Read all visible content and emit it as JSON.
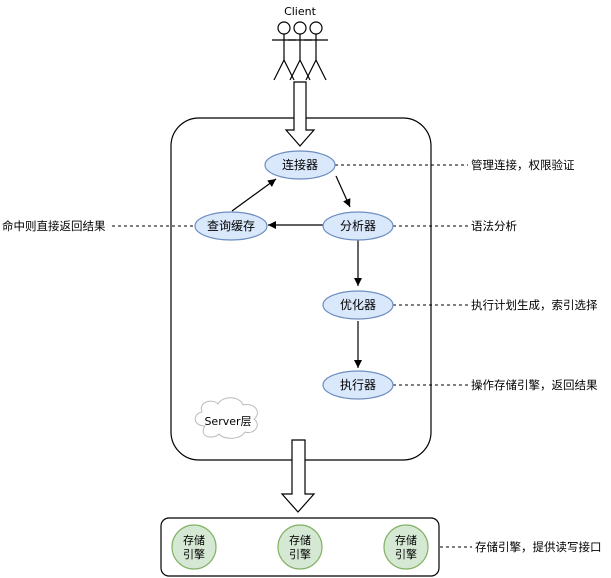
{
  "client": {
    "label": "Client"
  },
  "server": {
    "cloud_label": "Server层"
  },
  "nodes": {
    "connector": "连接器",
    "query_cache": "查询缓存",
    "analyzer": "分析器",
    "optimizer": "优化器",
    "executor": "执行器"
  },
  "annotations": {
    "connector": "管理连接，权限验证",
    "cache_hit": "命中则直接返回结果",
    "analyzer": "语法分析",
    "optimizer": "执行计划生成，索引选择",
    "executor": "操作存储引擎，返回结果",
    "storage": "存储引擎，提供读写接口"
  },
  "storage": {
    "engines": [
      {
        "line1": "存储",
        "line2": "引擎"
      },
      {
        "line1": "存储",
        "line2": "引擎"
      },
      {
        "line1": "存储",
        "line2": "引擎"
      }
    ]
  },
  "colors": {
    "node_fill": "#dae8fc",
    "node_stroke": "#6c8ebf",
    "engine_fill": "#d5e8d4",
    "engine_stroke": "#82b366",
    "line": "#000000"
  }
}
